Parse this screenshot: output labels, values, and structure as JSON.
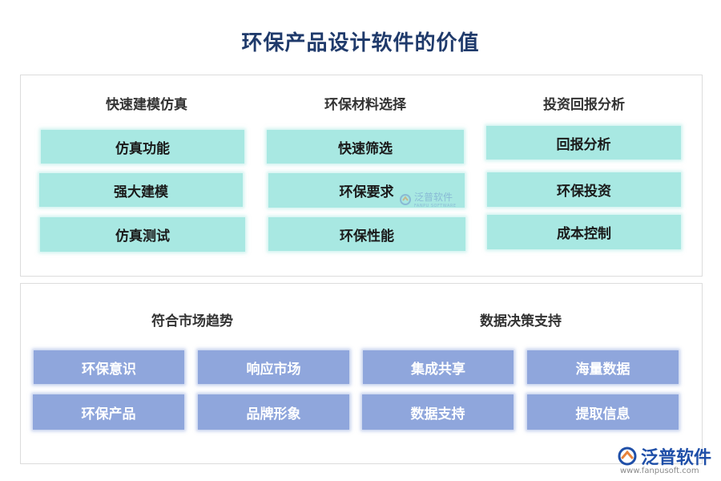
{
  "title": "环保产品设计软件的价值",
  "top_section": {
    "columns": [
      {
        "heading": "快速建模仿真",
        "items": [
          "仿真功能",
          "强大建模",
          "仿真测试"
        ]
      },
      {
        "heading": "环保材料选择",
        "items": [
          "快速筛选",
          "环保要求",
          "环保性能"
        ]
      },
      {
        "heading": "投资回报分析",
        "items": [
          "回报分析",
          "环保投资",
          "成本控制"
        ]
      }
    ]
  },
  "bottom_section": {
    "groups": [
      {
        "heading": "符合市场趋势",
        "items": [
          "环保意识",
          "响应市场",
          "环保产品",
          "品牌形象"
        ]
      },
      {
        "heading": "数据决策支持",
        "items": [
          "集成共享",
          "海量数据",
          "数据支持",
          "提取信息"
        ]
      }
    ]
  },
  "watermark": {
    "text": "泛普软件",
    "sub": "FANPU SOFTWARE"
  },
  "logo": {
    "text": "泛普软件",
    "url": "www.fanpusoft.com"
  },
  "colors": {
    "title": "#1f3a6b",
    "teal_box": "#a8e8e2",
    "blue_box": "#8fa6dc",
    "logo": "#1f4fa8"
  }
}
